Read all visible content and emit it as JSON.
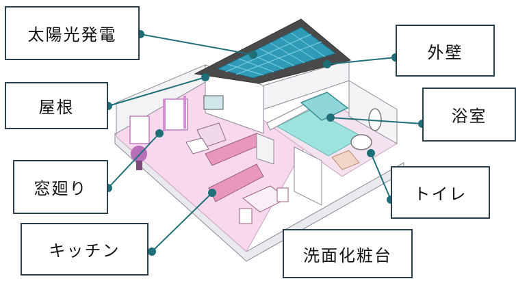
{
  "labels": {
    "solar": "太陽光発電",
    "roof": "屋根",
    "window": "窓廻り",
    "kitchen": "キッチン",
    "wall": "外壁",
    "bath": "浴室",
    "toilet": "トイレ",
    "vanity": "洗面化粧台"
  },
  "colors": {
    "leader": "#1e6f78",
    "label_border": "#2a3f4d",
    "solar_panel": "#2f9bb6",
    "roof_dark": "#4a4a4a",
    "floor_pink": "#f7d8ec",
    "bath_floor": "#9fe3df",
    "wall_white": "#ffffff"
  }
}
